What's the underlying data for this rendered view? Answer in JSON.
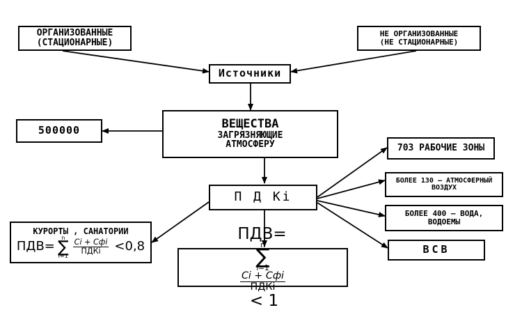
{
  "organized": {
    "line1": "ОРГАНИЗОВАННЫЕ",
    "line2": "(СТАЦИОНАРНЫЕ)"
  },
  "unorganized": {
    "line1": "НЕ ОРГАНИЗОВАННЫЕ",
    "line2": "(НЕ СТАЦИОНАРНЫЕ)"
  },
  "sources": {
    "label": "Источники"
  },
  "substances": {
    "line1": "ВЕЩЕСТВА",
    "line2": "ЗАГРЯЗНЯЮЩИЕ",
    "line3": "АТМОСФЕРУ"
  },
  "count": {
    "label": "500000"
  },
  "pdk": {
    "label": "П Д Кi"
  },
  "work_zone": {
    "label": "703 РАБОЧИЕ ЗОНЫ"
  },
  "air": {
    "line1": "БОЛЕЕ 130 – АТМОСФЕРНЫЙ",
    "line2": "ВОЗДУХ"
  },
  "water": {
    "line1": "БОЛЕЕ 400 – ВОДА,",
    "line2": "ВОДОЕМЫ"
  },
  "vsv": {
    "label": "ВСВ"
  },
  "resorts": {
    "title": "КУРОРТЫ , САНАТОРИИ",
    "formula": {
      "lhs": "ПДВ=",
      "sum_top": "n",
      "sum_bottom": "i=1",
      "numerator": "Ci + Cфi",
      "denominator": "ПДКi",
      "rhs": "<0,8"
    }
  },
  "main_formula": {
    "lhs": "ПДВ=",
    "sum_top": "n",
    "sum_bottom": "i=1",
    "numerator": "Ci + Cфi",
    "denominator": "ПДКi",
    "rhs": "< 1"
  }
}
